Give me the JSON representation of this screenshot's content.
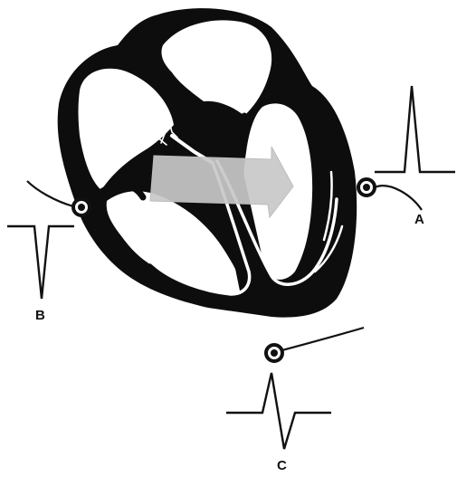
{
  "leads": {
    "a": {
      "label": "A",
      "polarity": "positive"
    },
    "b": {
      "label": "B",
      "polarity": "negative"
    },
    "c": {
      "label": "C",
      "polarity": "biphasic"
    }
  },
  "colors": {
    "ink": "#111111",
    "myocardium": "#0d0d0d",
    "conduction": "#ffffff",
    "arrow": "#c8c8c8"
  },
  "icons": {
    "electrode": "electrode-icon",
    "vector": "depolarization-arrow-icon"
  }
}
